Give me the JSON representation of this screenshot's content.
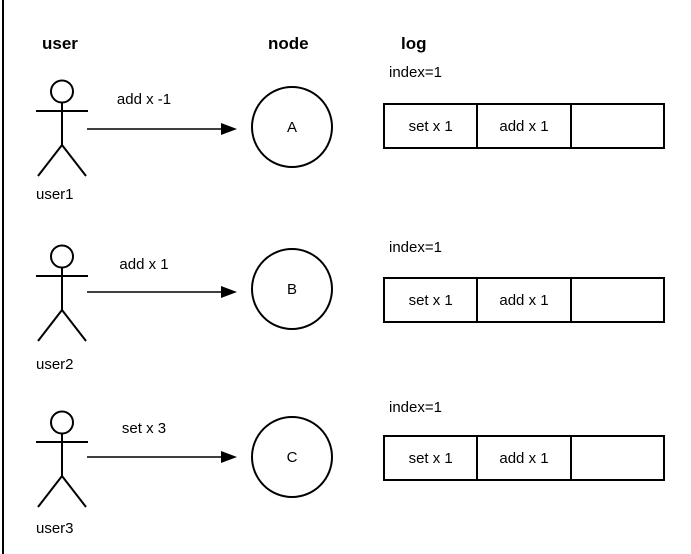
{
  "diagram": {
    "background_color": "#ffffff",
    "line_color": "#000000",
    "icons": {
      "stick_figure": "stick-figure-icon",
      "arrow": "arrow-right-icon"
    }
  },
  "headers": {
    "user": "user",
    "node": "node",
    "log": "log"
  },
  "rows": [
    {
      "user_label": "user1",
      "command": "add x -1",
      "node_label": "A",
      "log": {
        "index_label": "index=1",
        "cells": [
          "set x 1",
          "add x 1",
          ""
        ]
      }
    },
    {
      "user_label": "user2",
      "command": "add x 1",
      "node_label": "B",
      "log": {
        "index_label": "index=1",
        "cells": [
          "set x 1",
          "add x 1",
          ""
        ]
      }
    },
    {
      "user_label": "user3",
      "command": "set x 3",
      "node_label": "C",
      "log": {
        "index_label": "index=1",
        "cells": [
          "set x 1",
          "add x 1",
          ""
        ]
      }
    }
  ]
}
